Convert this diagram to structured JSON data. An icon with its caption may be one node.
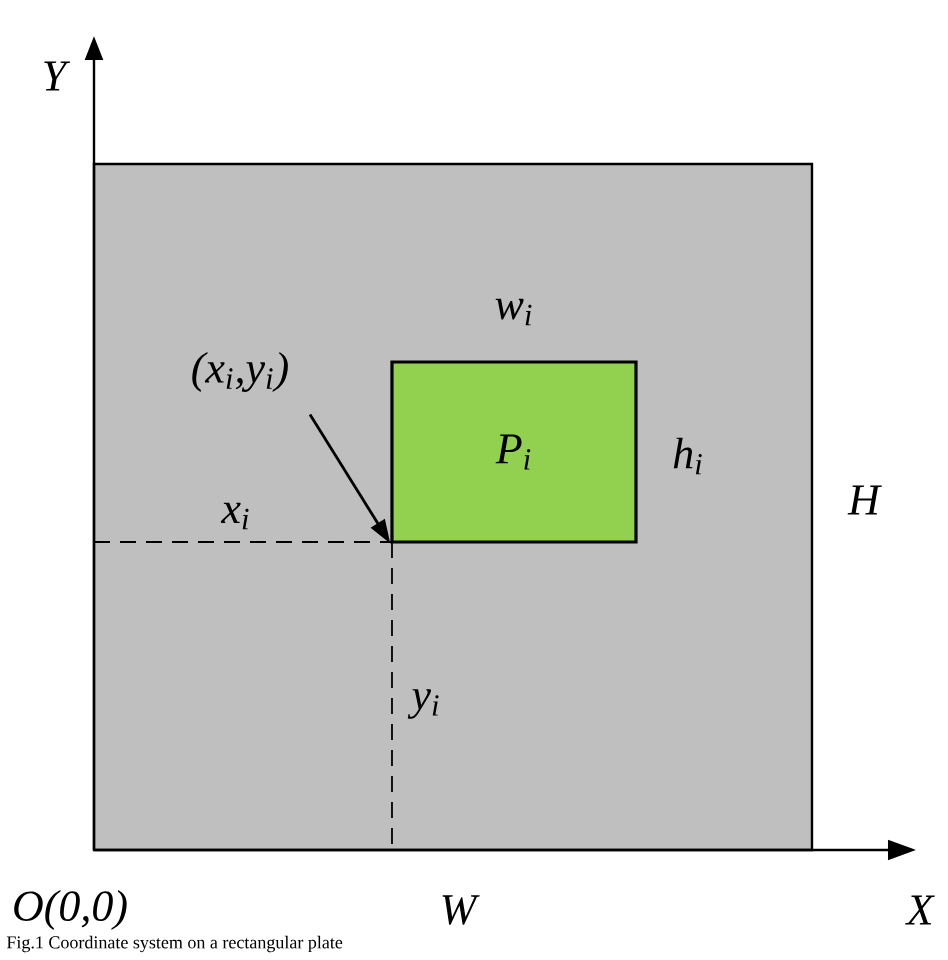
{
  "diagram": {
    "caption": "Fig.1 Coordinate system on a rectangular plate",
    "nodes": [
      {
        "text": [],
        "shape": "box"
      },
      {
        "text": [
          "P$_{i}$"
        ],
        "in": 0,
        "beside": [
          "w$_{i}$",
          "h$_{i}$"
        ]
      },
      {
        "text": [
          "(x$_{i}$,y$_{i}$)"
        ],
        "in": 0
      }
    ],
    "edges": [
      {
        "from": 2,
        "to": 1,
        "arrow": "to"
      }
    ],
    "labels": [
      "Y",
      "x$_{i}$",
      "y$_{i}$",
      "H",
      "O(0,0)",
      "W",
      "X"
    ]
  }
}
